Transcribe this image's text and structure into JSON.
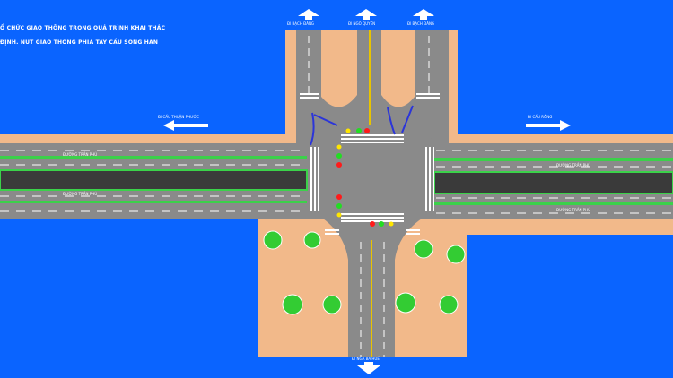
{
  "title": {
    "line1": "Ổ CHỨC GIAO THÔNG TRONG QUÁ TRÌNH KHAI THÁC",
    "line2": "ĐỊNH. NÚT GIAO THÔNG PHÍA TÂY CẦU SÔNG HÀN"
  },
  "directions": {
    "north_left": "ĐI BẠCH ĐẰNG",
    "north_center": "ĐI NGÔ QUYỀN",
    "north_right": "ĐI BẠCH ĐẰNG",
    "west": "ĐI CẦU THUẬN PHƯỚC",
    "east": "ĐI CẦU RỒNG",
    "south": "ĐI NGÃ BA HUẾ"
  },
  "street_labels": {
    "west_upper": "ĐƯỜNG TRẦN PHÚ",
    "west_lower": "ĐƯỜNG TRẦN PHÚ",
    "east_upper": "ĐƯỜNG TRẦN PHÚ",
    "east_lower": "ĐƯỜNG TRẦN PHÚ"
  },
  "colors": {
    "water": "#0a64ff",
    "sidewalk": "#f2b98a",
    "road": "#8a8a8a",
    "median": "#3a3a3a",
    "median_border": "#3bd14a",
    "tree": "#33cc33",
    "lane_mark": "#ffffff",
    "center_line": "#e8c400",
    "signal_red": "#ff1a1a",
    "signal_green": "#22dd22",
    "signal_yellow": "#ffe600",
    "barrier": "#2b35d9"
  }
}
